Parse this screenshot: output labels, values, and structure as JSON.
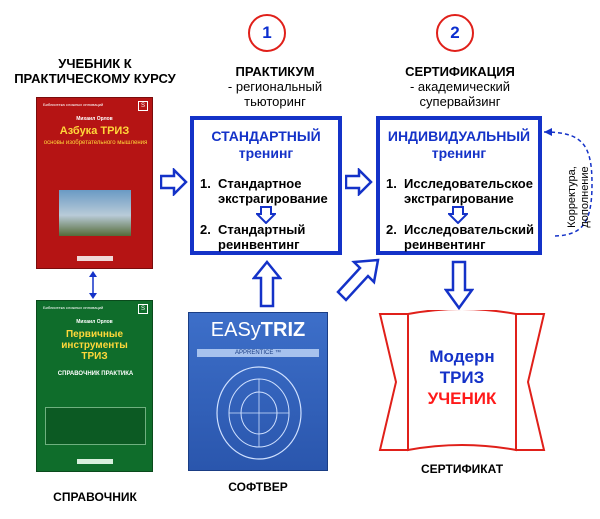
{
  "steps": {
    "one": {
      "number": "1",
      "title": "ПРАКТИКУМ",
      "subtitle": "- региональный тьюторинг"
    },
    "two": {
      "number": "2",
      "title": "СЕРТИФИКАЦИЯ",
      "subtitle": "- академический супервайзинг"
    }
  },
  "textbook": {
    "label": "УЧЕБНИК К ПРАКТИЧЕСКОМУ КУРСУ"
  },
  "reference": {
    "label": "СПРАВОЧНИК"
  },
  "software": {
    "label": "СОФТВЕР",
    "brand_a": "EASy",
    "brand_b": "TRIZ",
    "band": "APPRENTICE ™"
  },
  "certificate": {
    "label": "СЕРТИФИКАТ",
    "line1": "Модерн",
    "line2": "ТРИЗ",
    "line3": "УЧЕНИК"
  },
  "standard": {
    "title": "СТАНДАРТНЫЙ",
    "subtitle": "тренинг",
    "item1_num": "1.",
    "item1": "Стандартное экстрагирование",
    "item2_num": "2.",
    "item2": "Стандартный реинвентинг"
  },
  "individual": {
    "title": "ИНДИВИДУАЛЬНЫЙ",
    "subtitle": "тренинг",
    "item1_num": "1.",
    "item1": "Исследовательское экстрагирование",
    "item2_num": "2.",
    "item2": "Исследовательский реинвентинг"
  },
  "feedback": {
    "label": "Корректура, дополнение"
  },
  "book1": {
    "series": "Библиотека сложных инноваций",
    "author": "Михаил Орлов",
    "title": "Азбука ТРИЗ",
    "subtitle": "основы изобретательного мышления"
  },
  "book2": {
    "series": "Библиотека сложных инноваций",
    "author": "Михаил Орлов",
    "title": "Первичные инструменты ТРИЗ",
    "subtitle": "СПРАВОЧНИК ПРАКТИКА"
  },
  "colors": {
    "blue": "#1432c8",
    "red": "#e0201a",
    "accent_red": "#ff1a1a"
  }
}
